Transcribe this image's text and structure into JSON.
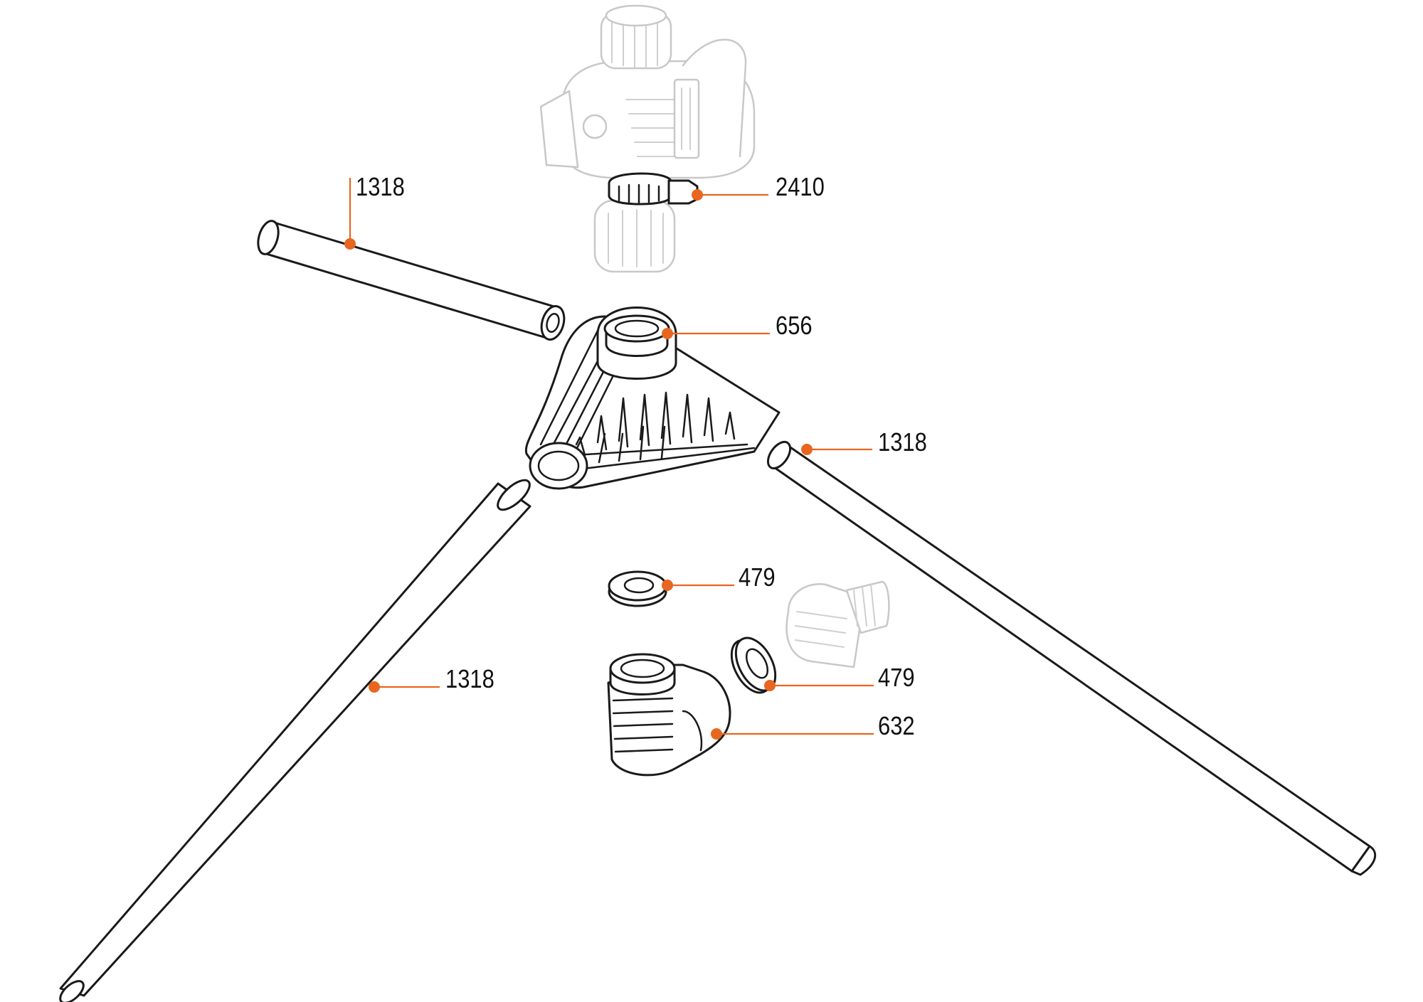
{
  "callouts": [
    {
      "id": "rod-top-left",
      "label": "1318"
    },
    {
      "id": "sprinkler-clip",
      "label": "2410"
    },
    {
      "id": "tripod-hub",
      "label": "656"
    },
    {
      "id": "rod-right",
      "label": "1318"
    },
    {
      "id": "washer-upper",
      "label": "479"
    },
    {
      "id": "rod-bottom-left",
      "label": "1318"
    },
    {
      "id": "washer-lower",
      "label": "479"
    },
    {
      "id": "elbow-connector",
      "label": "632"
    }
  ],
  "colors": {
    "accent": "#e8661f",
    "line": "#1a1a1a",
    "ghost": "#c8c8c8",
    "background": "#ffffff"
  }
}
